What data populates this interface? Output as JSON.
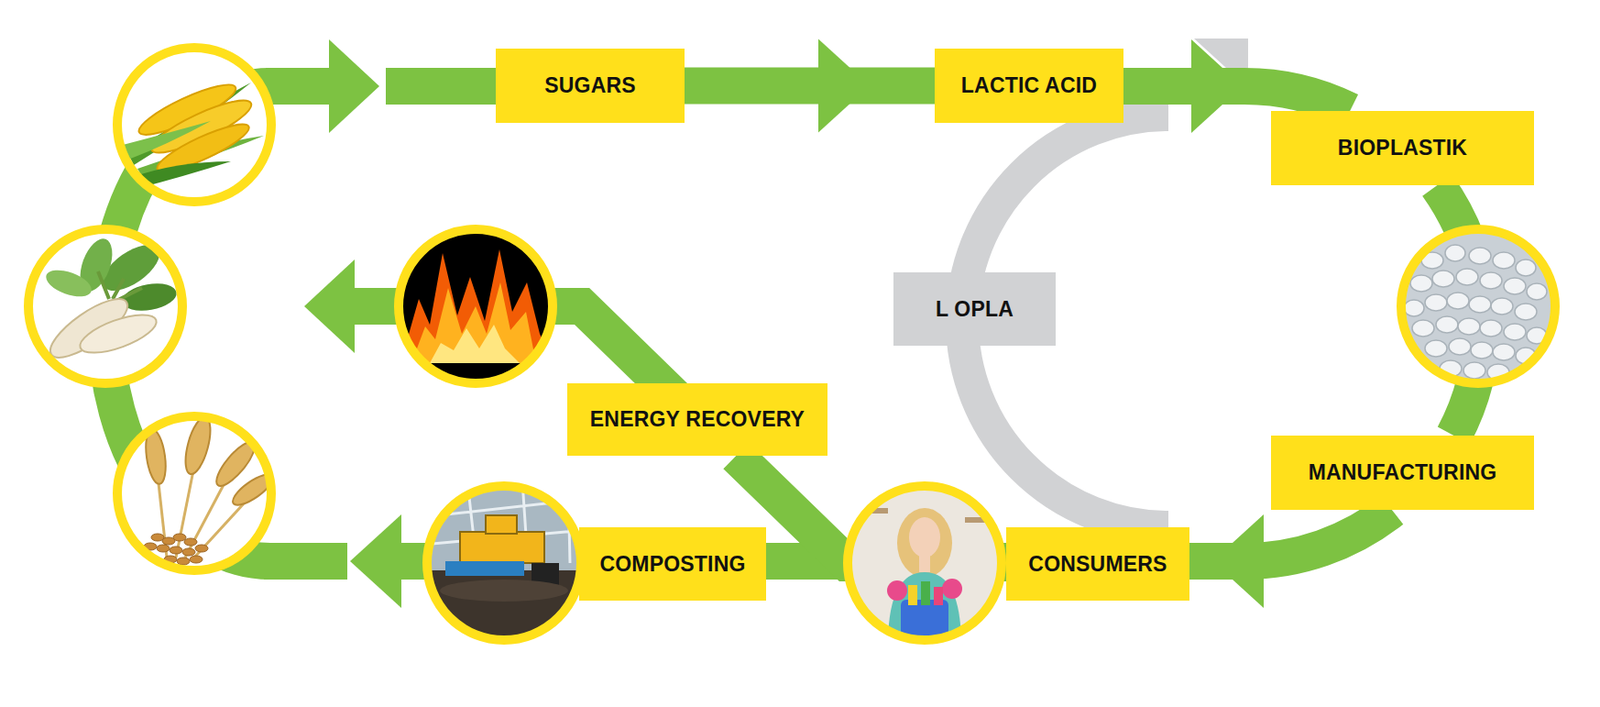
{
  "diagram": {
    "nodes": [
      {
        "text": [
          "SUGARS"
        ]
      },
      {
        "text": [
          "LACTIC ACID"
        ]
      },
      {
        "text": [
          "BIOPLASTIK"
        ]
      },
      {
        "text": [
          "L OPLA"
        ]
      },
      {
        "text": [
          "MANUFACTURING"
        ]
      },
      {
        "text": [
          "CONSUMERS"
        ]
      },
      {
        "text": [
          "ENERGY RECOVERY"
        ]
      },
      {
        "text": [
          "COMPOSTING"
        ]
      }
    ],
    "edges": [
      {
        "from": 0,
        "to": 1,
        "arrow": "to"
      },
      {
        "from": 1,
        "to": 2,
        "arrow": "to"
      },
      {
        "from": 2,
        "to": 4,
        "arrow": "none"
      },
      {
        "from": 4,
        "to": 5,
        "arrow": "to"
      },
      {
        "from": 5,
        "to": 7,
        "arrow": "none"
      },
      {
        "from": 5,
        "to": 6,
        "arrow": "none"
      }
    ]
  }
}
